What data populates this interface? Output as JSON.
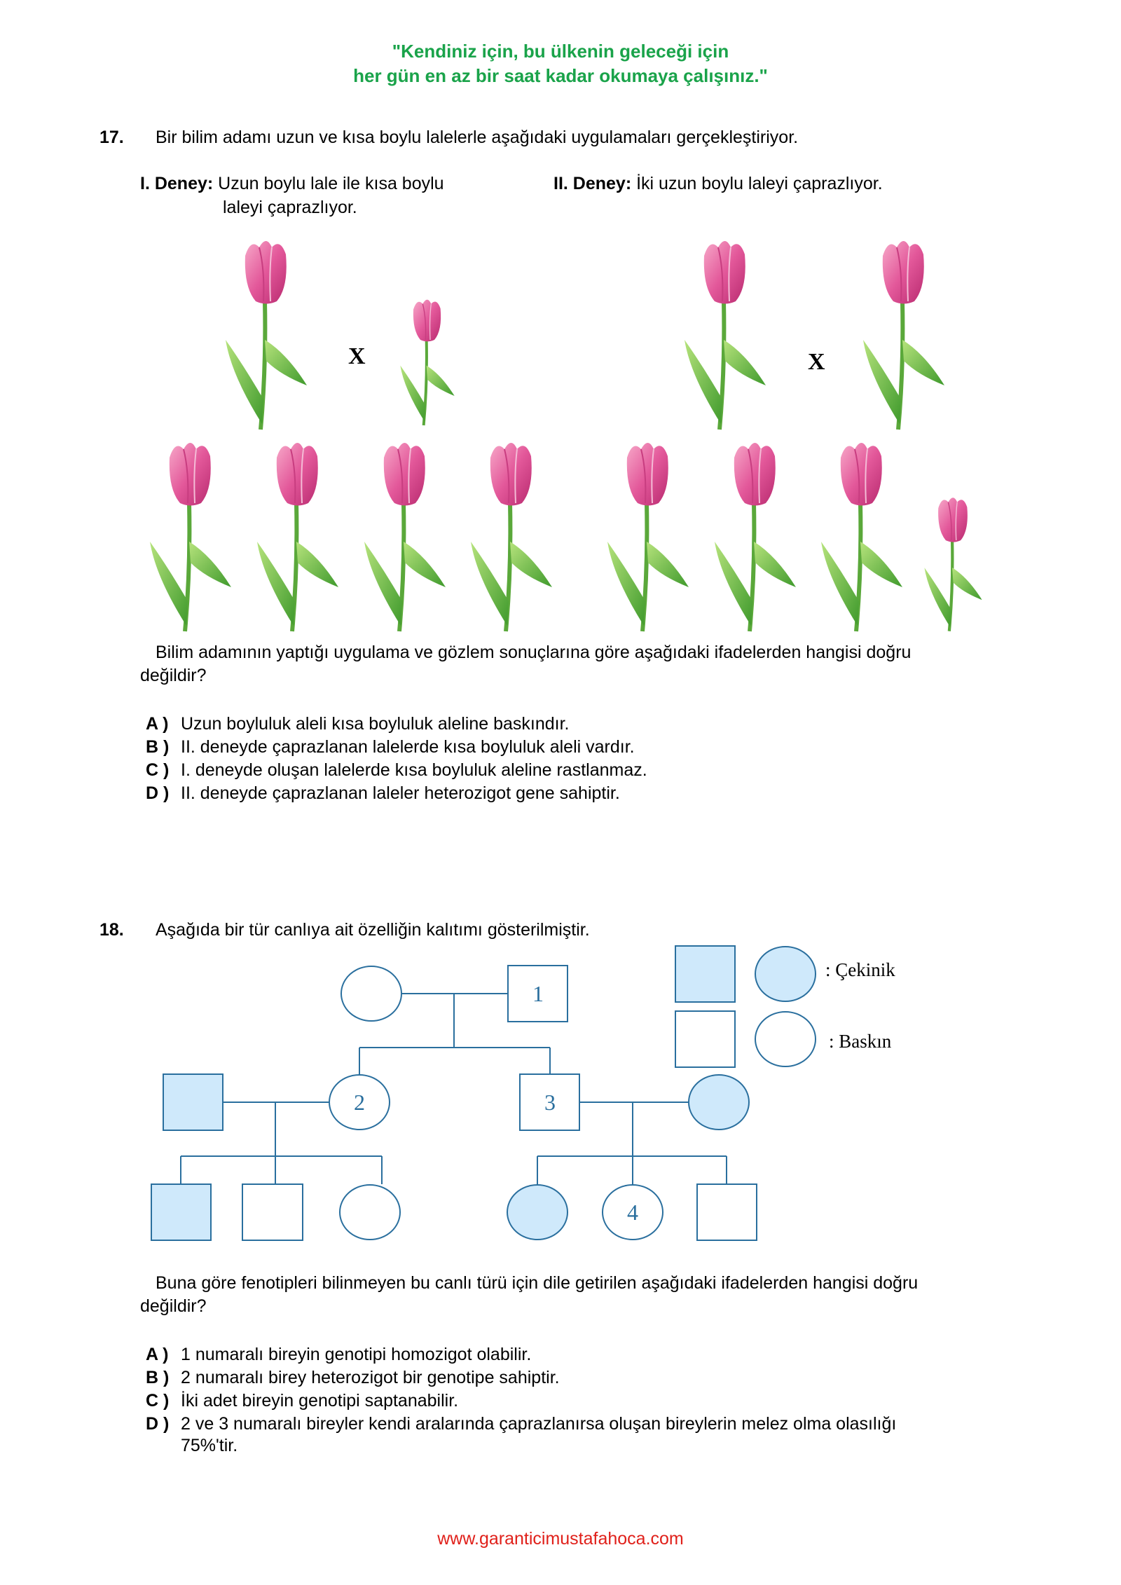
{
  "header": {
    "motto_line1": "\"Kendiniz için, bu ülkenin geleceği için",
    "motto_line2": "her gün en az bir saat kadar okumaya çalışınız.\""
  },
  "q17": {
    "number": "17.",
    "stem": "Bir bilim adamı uzun ve kısa boylu lalelerle aşağıdaki uygulamaları gerçekleştiriyor.",
    "exp1_label": "I. Deney:",
    "exp1_text_line1": "Uzun boylu lale ile kısa boylu",
    "exp1_text_line2": "laleyi çaprazlıyor.",
    "exp2_label": "II. Deney:",
    "exp2_text": "İki uzun boylu laleyi çaprazlıyor.",
    "cross_symbol": "X",
    "question_line1": "Bilim adamının yaptığı uygulama ve gözlem sonuçlarına göre aşağıdaki ifadelerden hangisi doğru",
    "question_line2": "değildir?",
    "options": [
      {
        "letter": "A )",
        "text": "Uzun boyluluk aleli kısa boyluluk aleline baskındır."
      },
      {
        "letter": "B )",
        "text": "II. deneyde çaprazlanan lalelerde kısa boyluluk aleli vardır."
      },
      {
        "letter": "C )",
        "text": "I. deneyde oluşan lalelerde kısa boyluluk aleline rastlanmaz."
      },
      {
        "letter": "D )",
        "text": "II. deneyde çaprazlanan laleler heterozigot gene sahiptir."
      }
    ]
  },
  "q18": {
    "number": "18.",
    "stem": "Aşağıda bir tür canlıya ait özelliğin kalıtımı gösterilmiştir.",
    "legend_recessive": ": Çekinik",
    "legend_dominant": ": Baskın",
    "pedigree_labels": {
      "one": "1",
      "two": "2",
      "three": "3",
      "four": "4"
    },
    "question_line1": "Buna göre fenotipleri bilinmeyen bu canlı türü için dile getirilen aşağıdaki ifadelerden hangisi doğru",
    "question_line2": "değildir?",
    "options": [
      {
        "letter": "A )",
        "text": "1 numaralı bireyin genotipi homozigot olabilir."
      },
      {
        "letter": "B )",
        "text": "2 numaralı birey heterozigot bir genotipe sahiptir."
      },
      {
        "letter": "C )",
        "text": "İki adet bireyin genotipi saptanabilir."
      },
      {
        "letter": "D )",
        "text": "2 ve 3 numaralı bireyler kendi aralarında çaprazlanırsa oluşan bireylerin melez olma olasılığı"
      }
    ],
    "option_d_line2": "75%'tir."
  },
  "footer": {
    "url": "www.garanticimustafahoca.com"
  },
  "colors": {
    "motto": "#1aa34a",
    "affected_fill": "#cfe9fb",
    "pedigree_line": "#2a6f9e",
    "footer": "#e0201a"
  }
}
